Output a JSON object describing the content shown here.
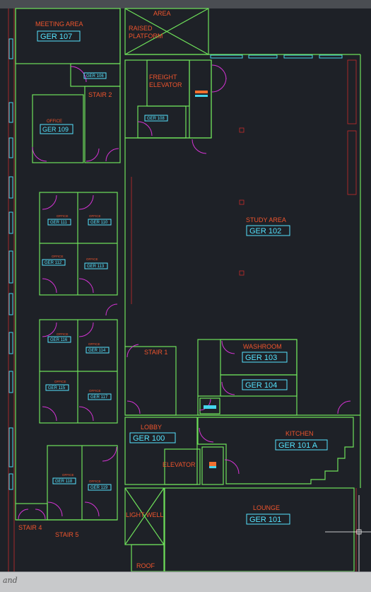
{
  "rooms": {
    "area": "AREA",
    "raised_platform": [
      "RAISED",
      "PLATFORM"
    ],
    "meeting_area": "MEETING AREA",
    "ger107": "GER 107",
    "ger106": "GER 106",
    "stair2": "STAIR 2",
    "freight_elevator": [
      "FREIGHT",
      "ELEVATOR"
    ],
    "ger108": "GER 108",
    "office": "OFFICE",
    "ger109": "GER 109",
    "ger111": "GER 111",
    "ger110": "GER 110",
    "ger112": "GER 112",
    "ger113": "GER 113",
    "ger116": "GER 116",
    "ger114": "GER 114",
    "ger115": "GER 115",
    "ger117": "GER 117",
    "ger118": "GER 118",
    "ger119": "GER 119",
    "study_area": "STUDY AREA",
    "ger102": "GER 102",
    "stair1": "STAIR 1",
    "washroom": "WASHROOM",
    "ger103": "GER 103",
    "ger104": "GER 104",
    "lobby": "LOBBY",
    "ger100": "GER 100",
    "kitchen": "KITCHEN",
    "ger101a": "GER 101 A",
    "elevator": "ELEVATOR",
    "lounge": "LOUNGE",
    "ger101": "GER 101",
    "stair4": "STAIR 4",
    "stair5": "STAIR 5",
    "light_well": "LIGHT WELL",
    "roof": "ROOF"
  },
  "status": {
    "partial_text": "and"
  },
  "colors": {
    "background": "#1e2127",
    "walls": "#6ee05a",
    "labels": "#f0552d",
    "room_tags": "#55e4ff",
    "doors": "#d634d6",
    "grid": "#c62c2c"
  }
}
